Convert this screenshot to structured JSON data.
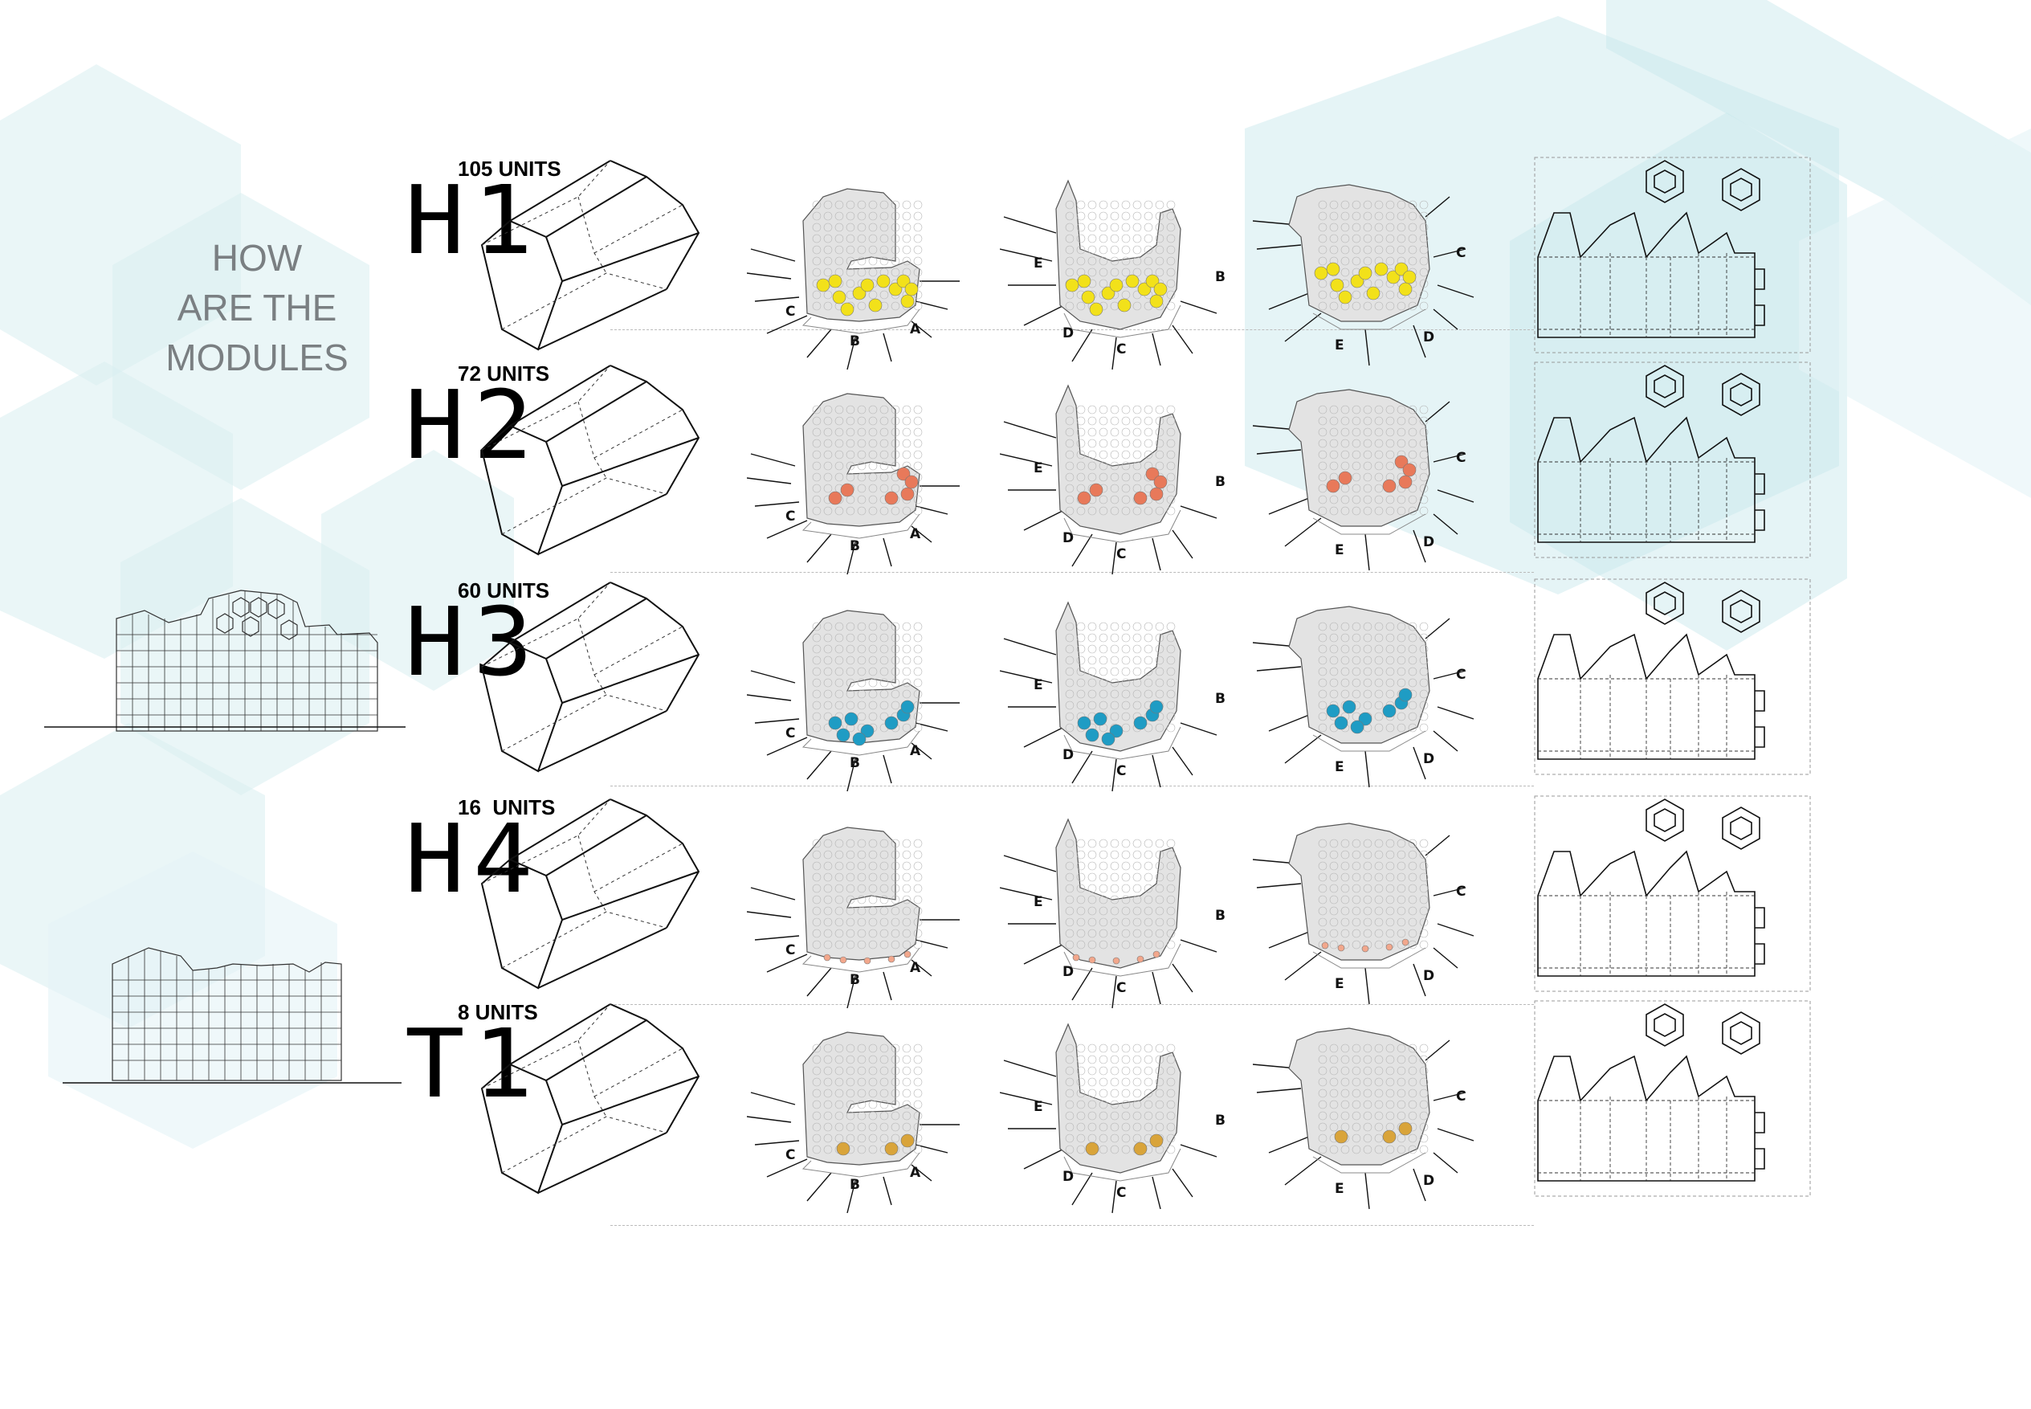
{
  "heading": {
    "line1": "HOW",
    "line2": "ARE THE",
    "line3": "MODULES"
  },
  "modules": [
    {
      "code": "H1",
      "units": "105 UNITS",
      "color": "#f2e11a"
    },
    {
      "code": "H2",
      "units": "72 UNITS",
      "color": "#e8795a"
    },
    {
      "code": "H3",
      "units": "60 UNITS",
      "color": "#1f9cc4"
    },
    {
      "code": "H4",
      "units": "16  UNITS",
      "color": "#f2a78c"
    },
    {
      "code": "T1",
      "units": "8 UNITS",
      "color": "#d9a43a"
    }
  ],
  "view_side_labels": {
    "view1": [
      "C",
      "B",
      "A"
    ],
    "view2": [
      "E",
      "D",
      "C",
      "B"
    ],
    "view3": [
      "E",
      "D",
      "C"
    ]
  },
  "colors": {
    "background_hex": "#d6eef0",
    "line": "#111111",
    "dashed": "#bbbbbb",
    "cell_fill": "#e6e6e6"
  }
}
